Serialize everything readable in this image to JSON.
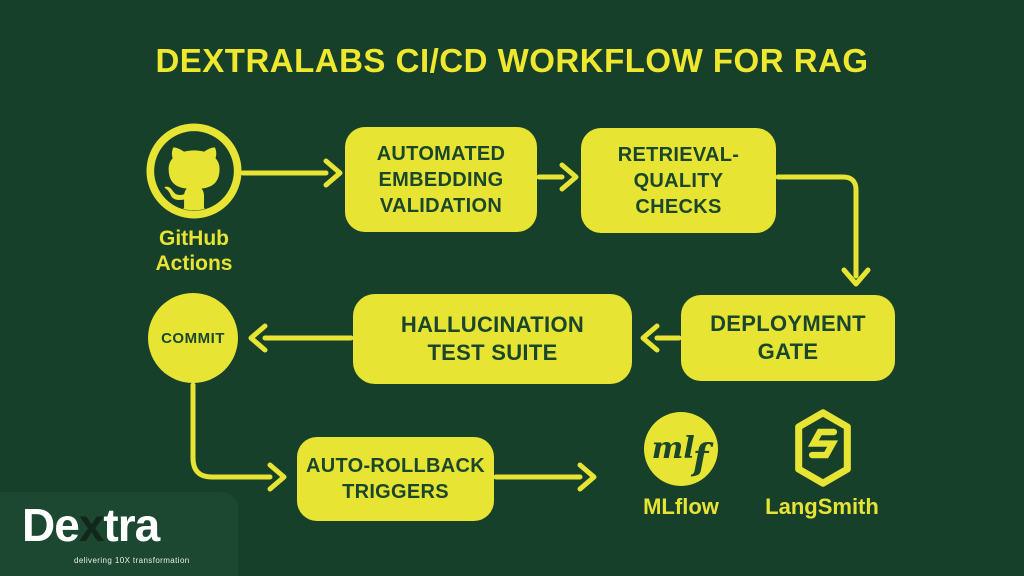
{
  "colors": {
    "background": "#17402B",
    "accent_yellow": "#E8E434",
    "node_text_green": "#1A472C",
    "brand_white": "#FFFFFF",
    "brand_x_dark": "#12271B"
  },
  "header": {
    "title": "DEXTRALABS CI/CD WORKFLOW FOR RAG"
  },
  "flow": {
    "github": {
      "icon": "github-octocat-icon",
      "line1": "GitHub",
      "line2": "Actions"
    },
    "automated_embedding_validation": {
      "line1": "AUTOMATED",
      "line2": "EMBEDDING",
      "line3": "VALIDATION"
    },
    "retrieval_quality_checks": {
      "line1": "RETRIEVAL-",
      "line2": "QUALITY",
      "line3": "CHECKS"
    },
    "deployment_gate": {
      "line1": "DEPLOYMENT",
      "line2": "GATE"
    },
    "hallucination_test_suite": {
      "line1": "HALLUCINATION",
      "line2": "TEST SUITE"
    },
    "commit": {
      "label": "COMMIT"
    },
    "auto_rollback_triggers": {
      "line1": "AUTO-ROLLBACK",
      "line2": "TRIGGERS"
    },
    "mlflow": {
      "icon": "mlflow-monogram-icon",
      "icon_text_ml": "ml",
      "icon_text_f": "f",
      "label": "MLflow"
    },
    "langsmith": {
      "icon": "langsmith-hexagon-icon",
      "label": "LangSmith"
    }
  },
  "footer": {
    "brand_part1": "De",
    "brand_part2": "x",
    "brand_part3": "tra",
    "tagline": "delivering 10X transformation"
  }
}
